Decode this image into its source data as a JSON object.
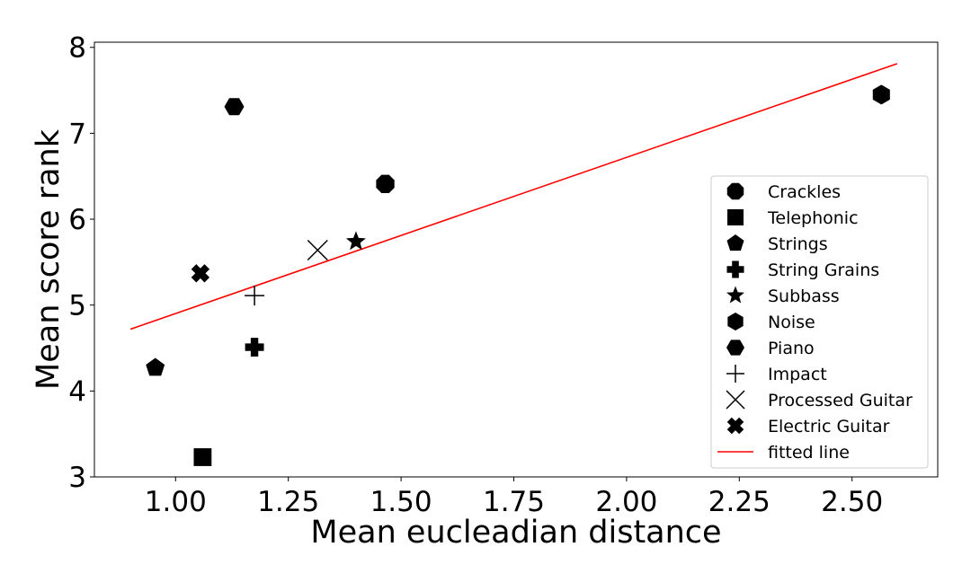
{
  "chart_data": {
    "type": "scatter",
    "xlabel": "Mean eucleadian distance",
    "ylabel": "Mean score rank",
    "xlim": [
      0.82,
      2.69
    ],
    "ylim": [
      3.0,
      8.06
    ],
    "xticks": [
      "1.00",
      "1.25",
      "1.50",
      "1.75",
      "2.00",
      "2.25",
      "2.50"
    ],
    "yticks": [
      "3",
      "4",
      "5",
      "6",
      "7",
      "8"
    ],
    "grid": false,
    "legend_position": "right",
    "series": [
      {
        "name": "Crackles",
        "marker": "octagon-icon",
        "x": 1.465,
        "y": 6.41
      },
      {
        "name": "Telephonic",
        "marker": "square-icon",
        "x": 1.06,
        "y": 3.23
      },
      {
        "name": "Strings",
        "marker": "pentagon-icon",
        "x": 0.955,
        "y": 4.27
      },
      {
        "name": "String Grains",
        "marker": "plus-filled-icon",
        "x": 1.175,
        "y": 4.51
      },
      {
        "name": "Subbass",
        "marker": "star-icon",
        "x": 1.4,
        "y": 5.74
      },
      {
        "name": "Noise",
        "marker": "hexagon-vertical-icon",
        "x": 2.565,
        "y": 7.45
      },
      {
        "name": "Piano",
        "marker": "hexagon-horizontal-icon",
        "x": 1.13,
        "y": 7.31
      },
      {
        "name": "Impact",
        "marker": "plus-thin-icon",
        "x": 1.175,
        "y": 5.11
      },
      {
        "name": "Processed Guitar",
        "marker": "x-thin-icon",
        "x": 1.315,
        "y": 5.64
      },
      {
        "name": "Electric Guitar",
        "marker": "x-filled-icon",
        "x": 1.055,
        "y": 5.37
      }
    ],
    "fitted_line": {
      "name": "fitted line",
      "color": "#ff0000",
      "x": [
        0.9,
        2.6
      ],
      "y": [
        4.72,
        7.81
      ]
    }
  }
}
